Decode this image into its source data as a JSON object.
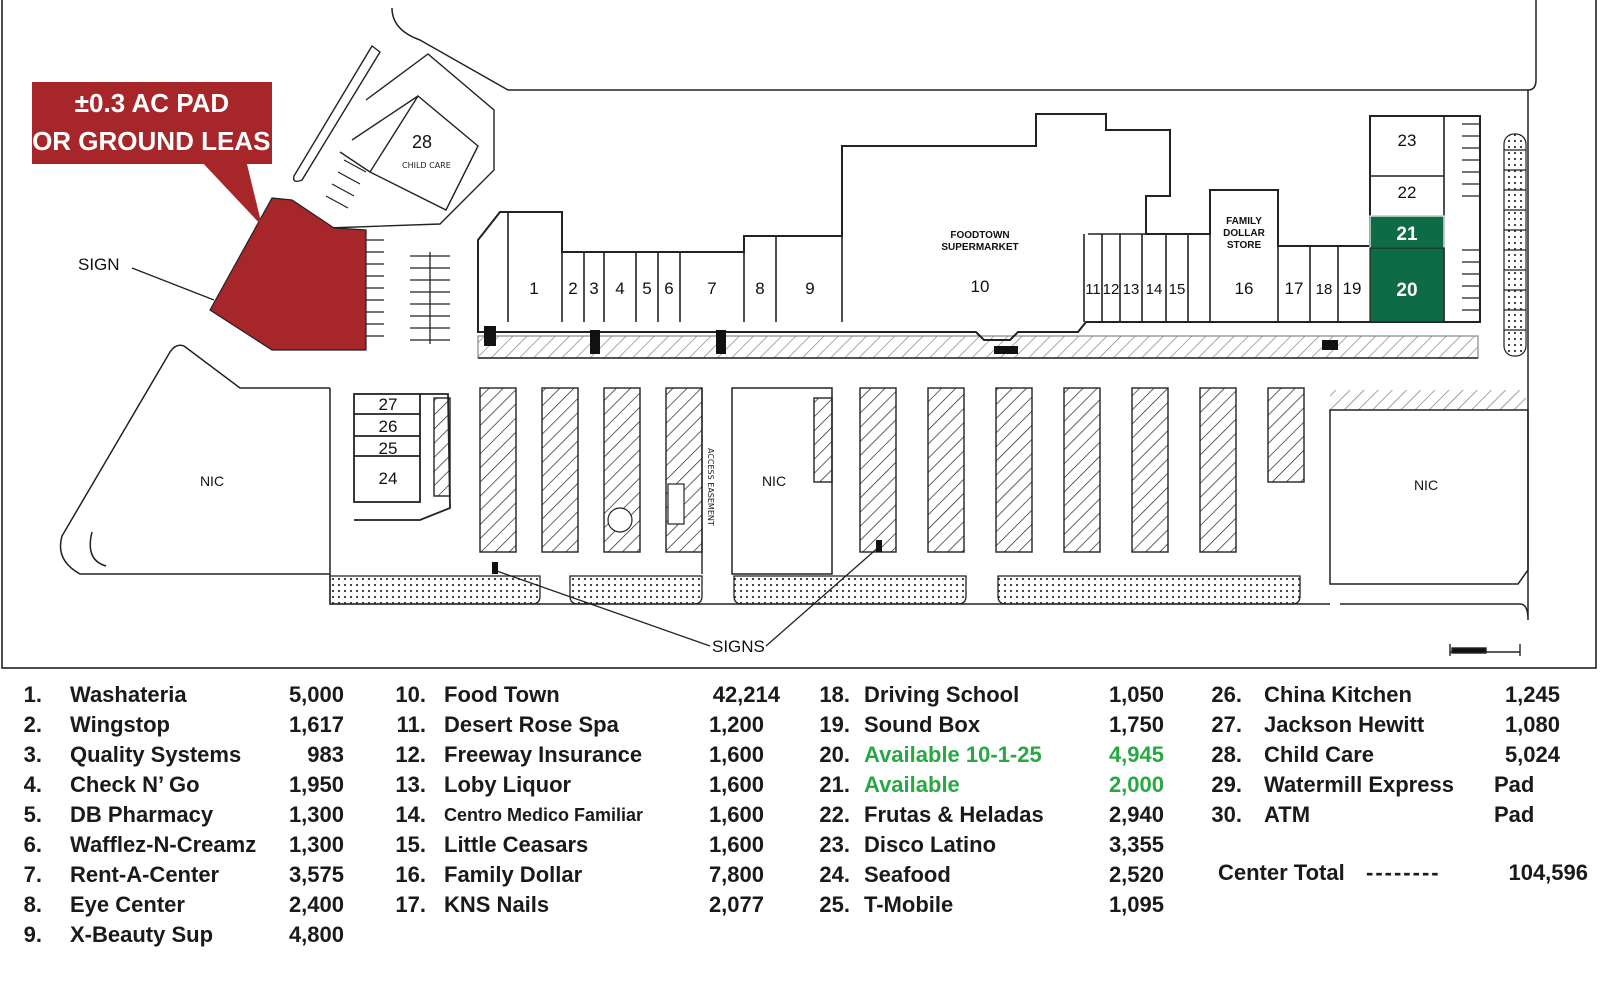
{
  "callout": {
    "line1": "±0.3 AC PAD",
    "line2": "FOR GROUND LEASE",
    "color": "#a6262a"
  },
  "map_labels": {
    "sign": "SIGN",
    "signs": "SIGNS",
    "nic": "NIC",
    "foodtown_line1": "FOODTOWN",
    "foodtown_line2": "SUPERMARKET",
    "family_dollar_line1": "FAMILY",
    "family_dollar_line2": "DOLLAR",
    "family_dollar_line3": "STORE",
    "child_care": "CHILD CARE",
    "access_easement": "ACCESS EASEMENT"
  },
  "units": [
    "1",
    "2",
    "3",
    "4",
    "5",
    "6",
    "7",
    "8",
    "9",
    "10",
    "11",
    "12",
    "13",
    "14",
    "15",
    "16",
    "17",
    "18",
    "19",
    "20",
    "21",
    "22",
    "23",
    "24",
    "25",
    "26",
    "27",
    "28"
  ],
  "highlight_color": "#0f6b45",
  "tenants": [
    {
      "num": "1.",
      "name": "Washateria",
      "sqft": "5,000"
    },
    {
      "num": "2.",
      "name": "Wingstop",
      "sqft": "1,617"
    },
    {
      "num": "3.",
      "name": "Quality Systems",
      "sqft": "983"
    },
    {
      "num": "4.",
      "name": "Check N’ Go",
      "sqft": "1,950"
    },
    {
      "num": "5.",
      "name": "DB Pharmacy",
      "sqft": "1,300"
    },
    {
      "num": "6.",
      "name": "Wafflez-N-Creamz",
      "sqft": "1,300"
    },
    {
      "num": "7.",
      "name": "Rent-A-Center",
      "sqft": "3,575"
    },
    {
      "num": "8.",
      "name": "Eye Center",
      "sqft": "2,400"
    },
    {
      "num": "9.",
      "name": "X-Beauty Sup",
      "sqft": "4,800"
    },
    {
      "num": "10.",
      "name": "Food Town",
      "sqft": "42,214"
    },
    {
      "num": "11.",
      "name": "Desert Rose Spa",
      "sqft": "1,200"
    },
    {
      "num": "12.",
      "name": "Freeway Insurance",
      "sqft": "1,600"
    },
    {
      "num": "13.",
      "name": "Loby Liquor",
      "sqft": "1,600"
    },
    {
      "num": "14.",
      "name": "Centro Medico Familiar",
      "sqft": "1,600"
    },
    {
      "num": "15.",
      "name": "Little Ceasars",
      "sqft": "1,600"
    },
    {
      "num": "16.",
      "name": "Family Dollar",
      "sqft": "7,800"
    },
    {
      "num": "17.",
      "name": "KNS Nails",
      "sqft": "2,077"
    },
    {
      "num": "18.",
      "name": "Driving School",
      "sqft": "1,050"
    },
    {
      "num": "19.",
      "name": "Sound Box",
      "sqft": "1,750"
    },
    {
      "num": "20.",
      "name": "Available 10-1-25",
      "sqft": "4,945"
    },
    {
      "num": "21.",
      "name": "Available",
      "sqft": "2,000"
    },
    {
      "num": "22.",
      "name": "Frutas & Heladas",
      "sqft": "2,940"
    },
    {
      "num": "23.",
      "name": "Disco Latino",
      "sqft": "3,355"
    },
    {
      "num": "24.",
      "name": "Seafood",
      "sqft": "2,520"
    },
    {
      "num": "25.",
      "name": "T-Mobile",
      "sqft": "1,095"
    },
    {
      "num": "26.",
      "name": "China Kitchen",
      "sqft": "1,245"
    },
    {
      "num": "27.",
      "name": "Jackson Hewitt",
      "sqft": "1,080"
    },
    {
      "num": "28.",
      "name": "Child Care",
      "sqft": "5,024"
    },
    {
      "num": "29.",
      "name": "Watermill Express",
      "sqft": "Pad"
    },
    {
      "num": "30.",
      "name": "ATM",
      "sqft": "Pad"
    }
  ],
  "center_total": {
    "label": "Center Total",
    "dashes": "--------",
    "value": "104,596"
  },
  "available_color": "#27a844"
}
